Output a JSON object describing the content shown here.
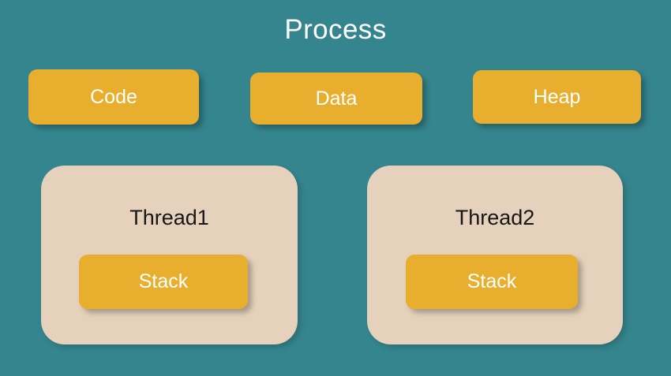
{
  "diagram": {
    "title": "Process",
    "background_color": "#35858e",
    "title_color": "#ffffff",
    "segment_color": "#e8ae2e",
    "thread_color": "#e6d2bc",
    "thread_label_color": "#161616",
    "segments": [
      {
        "label": "Code"
      },
      {
        "label": "Data"
      },
      {
        "label": "Heap"
      }
    ],
    "threads": [
      {
        "label": "Thread1",
        "stack_label": "Stack"
      },
      {
        "label": "Thread2",
        "stack_label": "Stack"
      }
    ]
  }
}
